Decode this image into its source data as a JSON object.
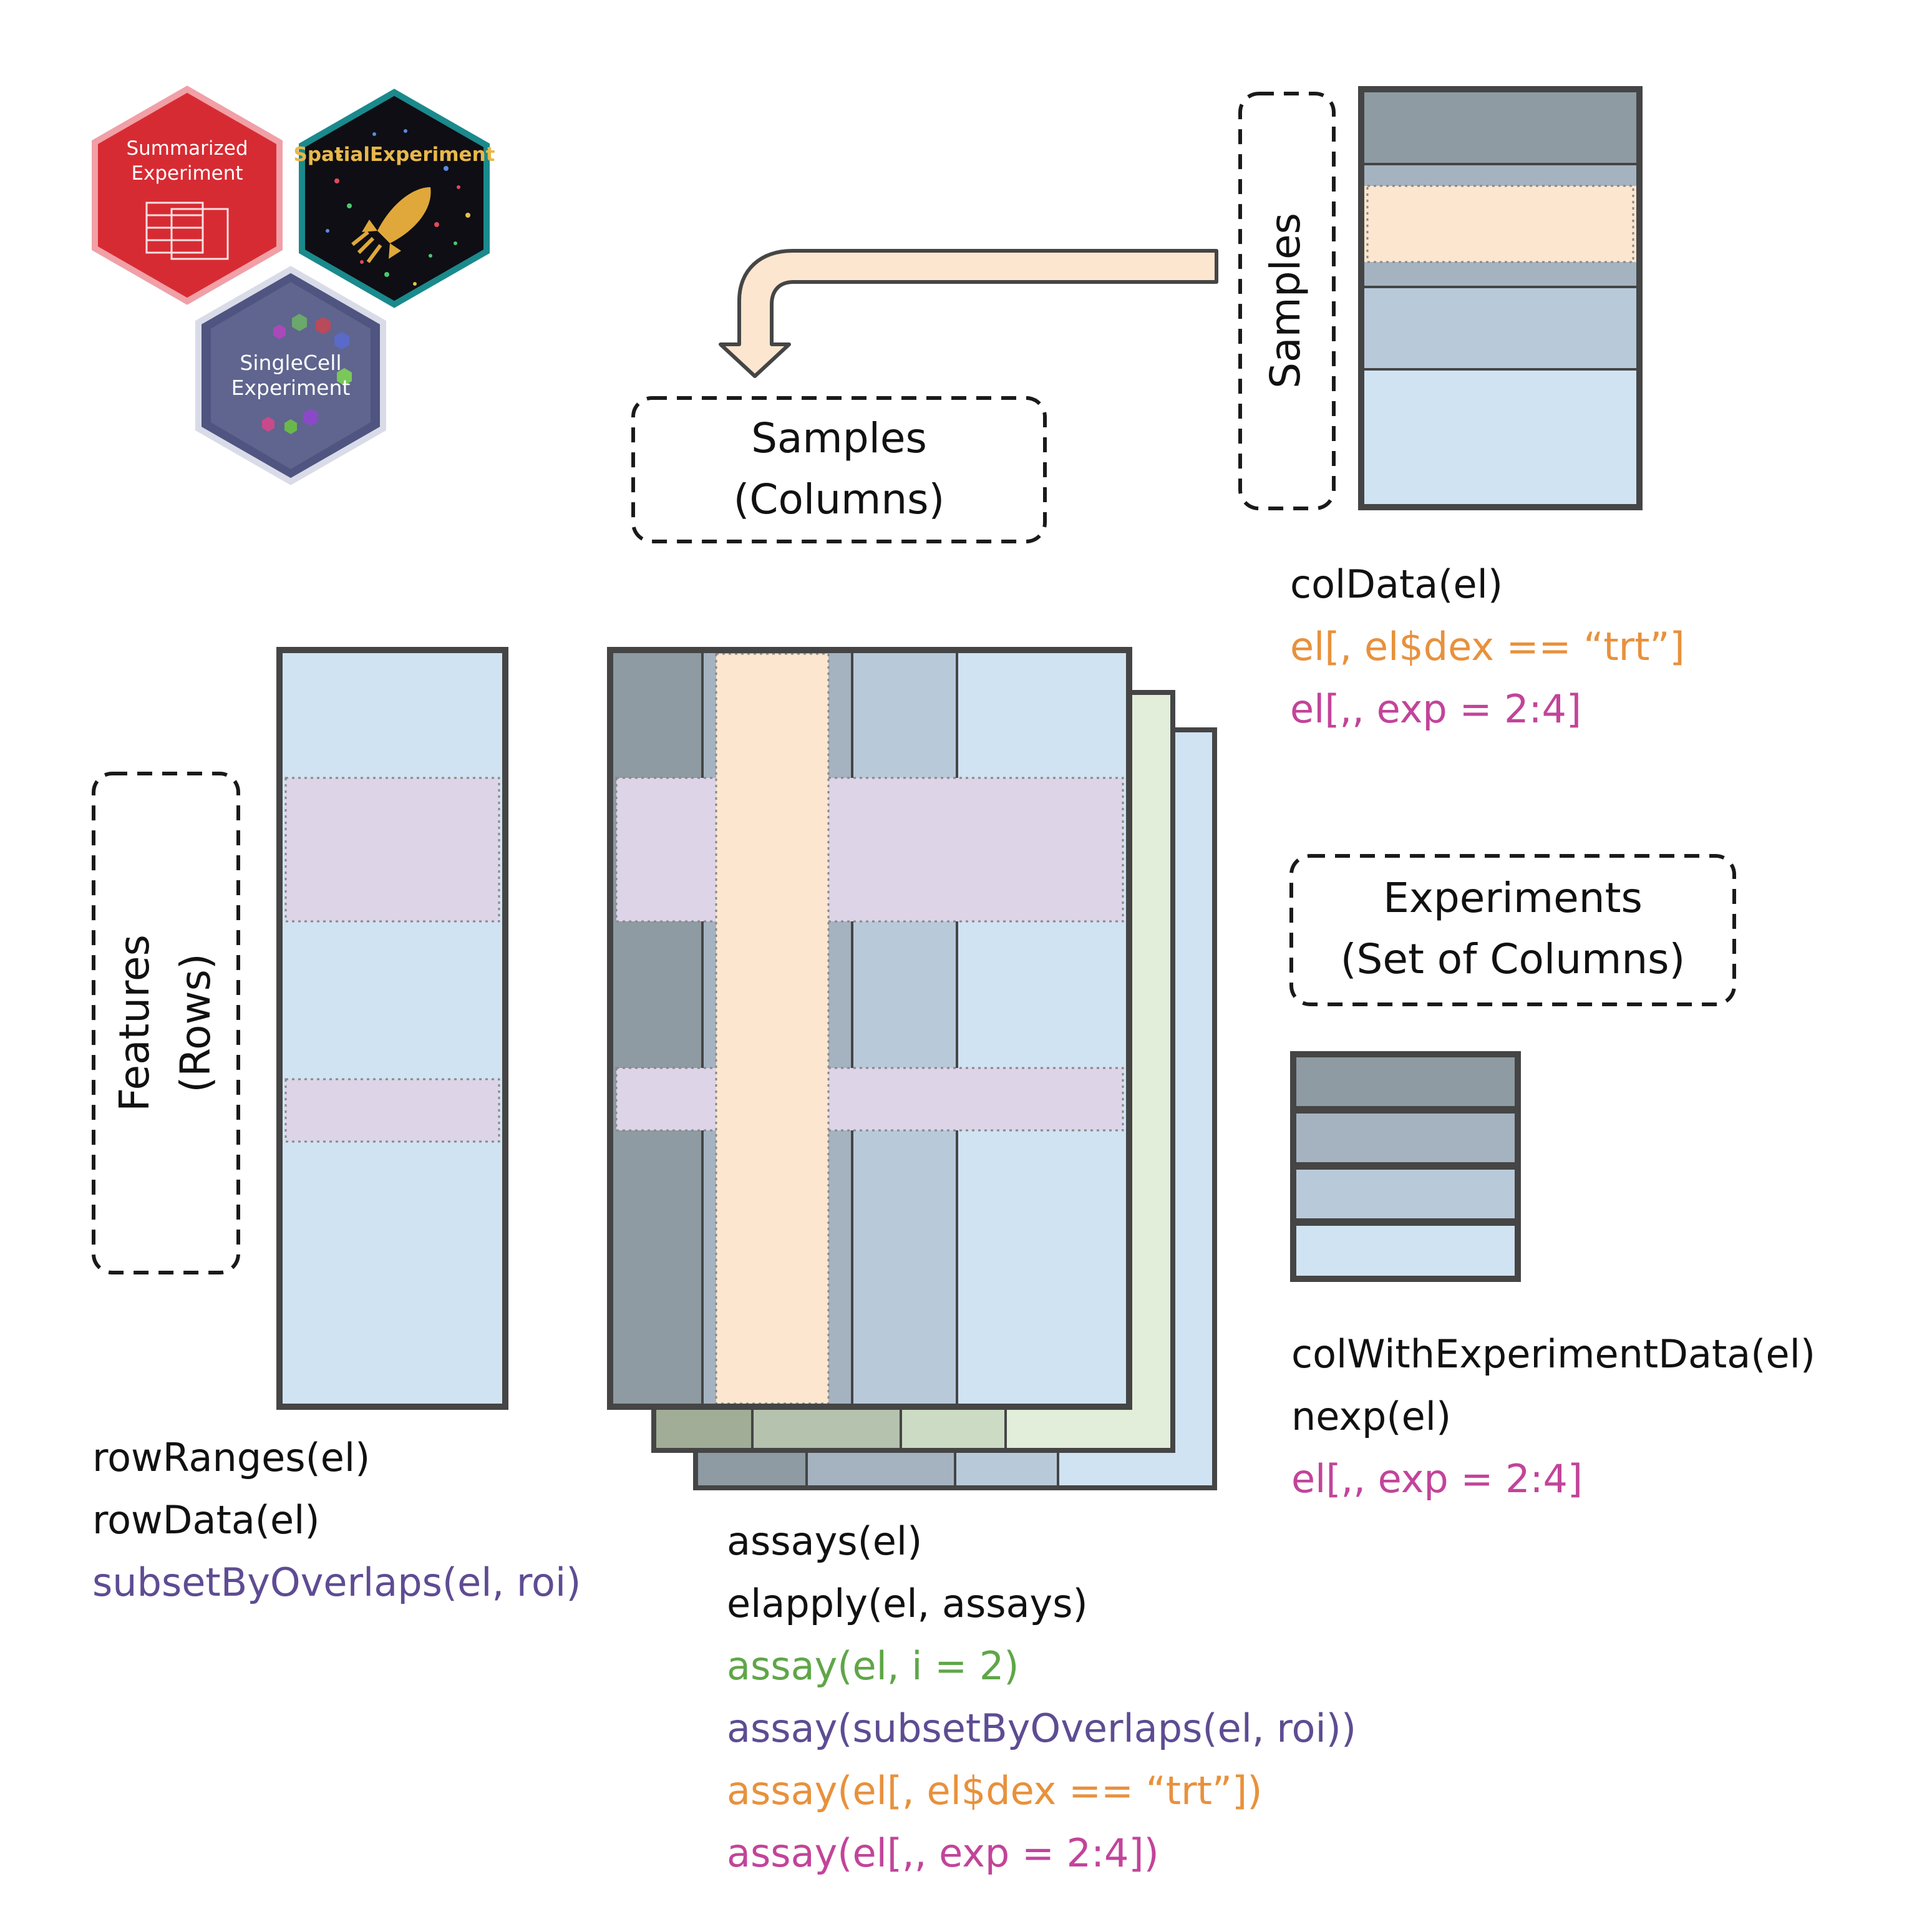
{
  "logos": {
    "summarized_line1": "Summarized",
    "summarized_line2": "Experiment",
    "spatial": "SpatialExperiment",
    "singlecell_line1": "SingleCell",
    "singlecell_line2": "Experiment"
  },
  "labels": {
    "samples_vertical": "Samples",
    "samples_columns_line1": "Samples",
    "samples_columns_line2": "(Columns)",
    "features_line1": "Features",
    "features_line2": "(Rows)",
    "experiments_line1": "Experiments",
    "experiments_line2": "(Set of Columns)"
  },
  "coldata_code": [
    {
      "text": "colData(el)",
      "color": "#111111"
    },
    {
      "text": "el[, el$dex == “trt”]",
      "color": "#E8913C"
    },
    {
      "text": "el[,, exp = 2:4]",
      "color": "#C2449A"
    }
  ],
  "colexp_code": [
    {
      "text": "colWithExperimentData(el)",
      "color": "#111111"
    },
    {
      "text": "nexp(el)",
      "color": "#111111"
    },
    {
      "text": "el[,, exp = 2:4]",
      "color": "#C2449A"
    }
  ],
  "row_code": [
    {
      "text": "rowRanges(el)",
      "color": "#111111"
    },
    {
      "text": "rowData(el)",
      "color": "#111111"
    },
    {
      "text": "subsetByOverlaps(el, roi)",
      "color": "#5E4C93"
    }
  ],
  "assay_code": [
    {
      "text": "assays(el)",
      "color": "#111111"
    },
    {
      "text": "elapply(el, assays)",
      "color": "#111111"
    },
    {
      "text": "assay(el, i = 2)",
      "color": "#5FA648"
    },
    {
      "text": "assay(subsetByOverlaps(el, roi))",
      "color": "#5E4C93"
    },
    {
      "text": "assay(el[, el$dex == “trt”])",
      "color": "#E8913C"
    },
    {
      "text": "assay(el[,, exp = 2:4])",
      "color": "#C2449A"
    }
  ],
  "colors": {
    "col_dark": "#8E9BA3",
    "col_mid": "#A5B3C1",
    "col_light": "#B8CADA",
    "col_pale": "#D0E3F2",
    "highlight_orange": "#FDE6CF",
    "highlight_purple": "#DDD4E8",
    "layer_green": "#E2EEDA",
    "outline": "#454545"
  }
}
